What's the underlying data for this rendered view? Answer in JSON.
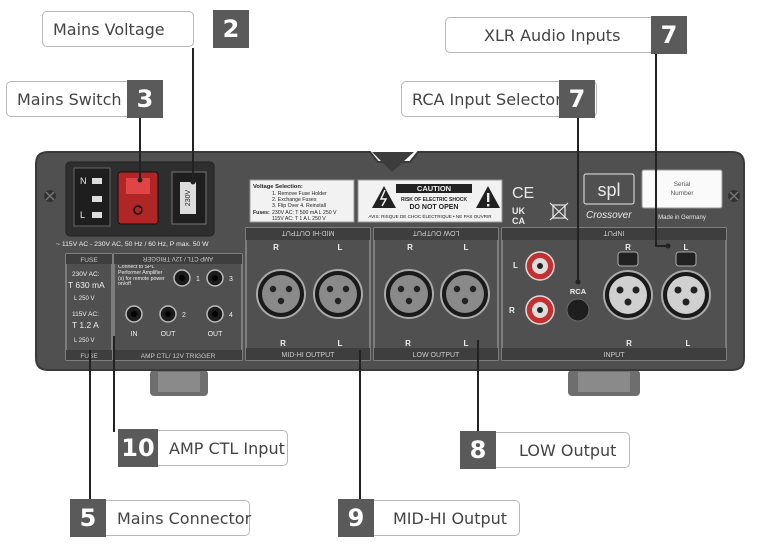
{
  "callouts": [
    {
      "id": "mains-voltage",
      "label": "Mains Voltage",
      "num": "2"
    },
    {
      "id": "mains-switch",
      "label": "Mains Switch",
      "num": "3"
    },
    {
      "id": "xlr-inputs",
      "label": "XLR Audio Inputs",
      "num": "7"
    },
    {
      "id": "rca-selector",
      "label": "RCA Input Selector",
      "num": "7"
    },
    {
      "id": "amp-ctl",
      "label": "AMP CTL Input",
      "num": "10"
    },
    {
      "id": "low-output",
      "label": "LOW Output",
      "num": "8"
    },
    {
      "id": "mains-connector",
      "label": "Mains Connector",
      "num": "5"
    },
    {
      "id": "midhi-output",
      "label": "MID-HI Output",
      "num": "9"
    }
  ],
  "device": {
    "voltage_value": "230V",
    "mains_rating": "~ 115V AC - 230V AC, 50 Hz / 60 Hz, P max. 50 W",
    "voltage_selection": {
      "title": "Voltage Selection:",
      "step1": "1. Remove Fuse Holder",
      "step2": "2. Exchange Fuses",
      "step3": "3. Flip Over   4. Reinstall",
      "fuses_label": "Fuses:",
      "fuse1": "230V AC: T 500 mA L 250 V",
      "fuse2": "115V AC: T 1 A L 250 V"
    },
    "caution": {
      "title": "CAUTION",
      "line1": "RISK OF ELECTRIC SHOCK",
      "line2": "DO NOT OPEN",
      "line3": "AVIS: RISQUE DE CHOC ÉLECTRIQUE • NE PAS OUVRIR"
    },
    "marks": {
      "ce": "CE",
      "ukca_top": "UK",
      "ukca_bottom": "CA"
    },
    "brand": {
      "logo": "spl",
      "model": "Crossover",
      "made_in": "Made in Germany"
    },
    "serial": {
      "line1": "Serial",
      "line2": "Number"
    },
    "fuse_panel": {
      "top": "FUSE",
      "bottom": "FUSE",
      "v230": "230V AC:",
      "v230_val": "T 630 mA",
      "v230_l": "L 250 V",
      "v115": "115V AC:",
      "v115_val": "T 1.2 A",
      "v115_l": "L 250 V"
    },
    "amp_ctl": {
      "title_top": "AMP CTL / 12V TRIGGER",
      "title_bottom": "AMP CTL/ 12V TRIGGER",
      "connect_note": "Connect to SPL Performer Amplifier (s) for remote power on/off",
      "labels": [
        "1",
        "2",
        "3",
        "4"
      ],
      "in": "IN",
      "out1": "OUT",
      "out2": "OUT"
    },
    "midhi": {
      "top": "MID-HI OUTPUT",
      "bottom": "MID-HI OUTPUT",
      "r": "R",
      "l": "L"
    },
    "low": {
      "top": "LOW OUTPUT",
      "bottom": "LOW OUTPUT",
      "r": "R",
      "l": "L"
    },
    "input": {
      "top": "INPUT",
      "bottom": "INPUT",
      "r": "R",
      "l": "L",
      "rca": "RCA"
    },
    "switch_labels": {
      "n": "N",
      "l": "L"
    }
  }
}
